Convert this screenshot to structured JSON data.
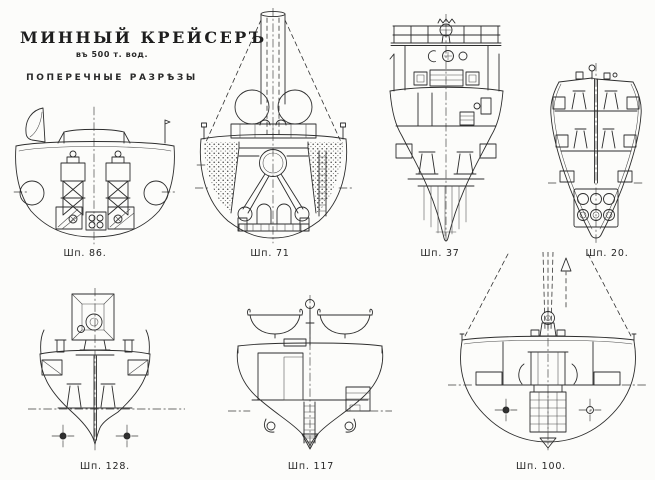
{
  "header": {
    "title": "МИННЫЙ КРЕЙСЕРЪ",
    "subtitle": "въ 500 т. вод.",
    "caption": "ПОПЕРЕЧНЫЕ РАЗРѢЗЫ"
  },
  "sections": [
    {
      "label": "Шп. 86."
    },
    {
      "label": "Шп. 71"
    },
    {
      "label": "Шп. 37"
    },
    {
      "label": "Шп. 20."
    },
    {
      "label": "Шп. 128."
    },
    {
      "label": "Шп. 117"
    },
    {
      "label": "Шп. 100."
    }
  ],
  "drawing": {
    "type": "ship transverse cross-sections",
    "ink_color": "#2d2d2d",
    "paper_color": "#fcfcfa"
  }
}
